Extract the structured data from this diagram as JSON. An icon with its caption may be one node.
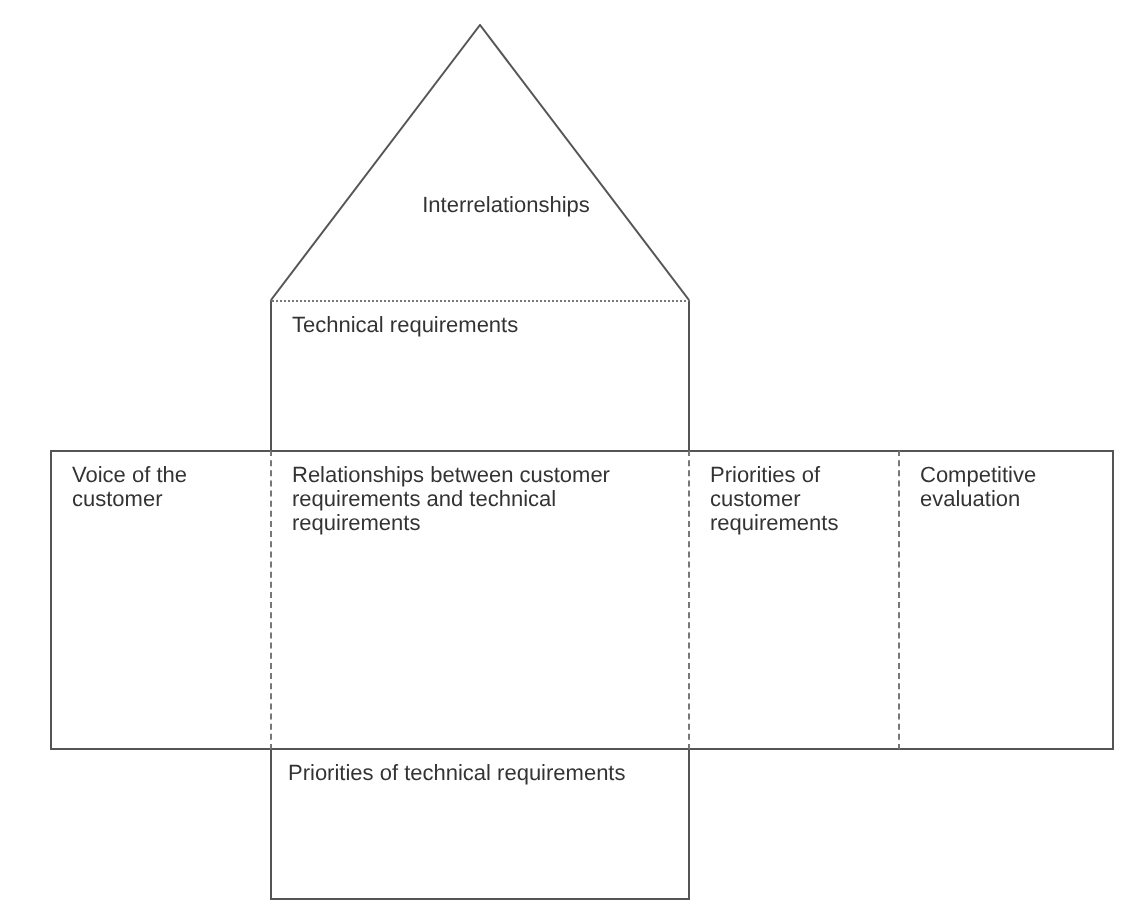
{
  "diagram": {
    "nodes": [
      {
        "text": [
          "Interrelationships"
        ]
      },
      {
        "text": [
          "Technical requirements"
        ]
      },
      {
        "text": [
          "Voice of the customer"
        ]
      },
      {
        "text": [
          "Relationships between customer requirements and technical requirements"
        ]
      },
      {
        "text": [
          "Priorities of customer requirements"
        ]
      },
      {
        "text": [
          "Competitive evaluation"
        ]
      },
      {
        "text": [
          "Priorities of technical requirements"
        ]
      }
    ]
  }
}
